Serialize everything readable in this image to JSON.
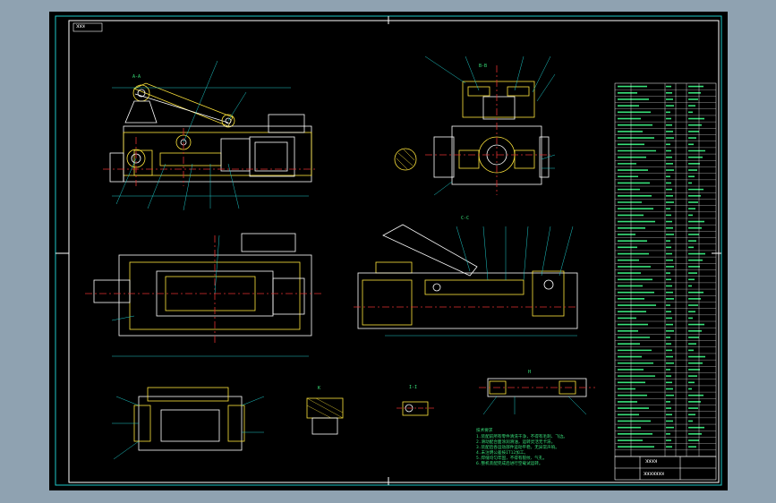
{
  "colors": {
    "background_outer": "#8fa2b1",
    "sheet": "#000000",
    "frame": "#1ec8c8",
    "outline": "#ffffff",
    "part": "#ffe53b",
    "centerline": "#e03030",
    "leader": "#1ec8c8",
    "hatch": "#ffe53b",
    "text": "#38e07a"
  },
  "corner_tag": "ꓘꓘꓘ",
  "section_labels": {
    "a": "A-A",
    "b": "B-B",
    "c": "C-C",
    "d": "I-I",
    "e": "K",
    "f": "H"
  },
  "tech_requirements_title": "技术要求",
  "tech_requirements_lines": [
    "1.装配前所有零件清洗干净，不得有毛刺、飞边。",
    "2.滑动配合面涂润滑油，运转灵活无卡滞。",
    "3.装配后各运动部件运动平稳，无异常声响。",
    "4.未注明公差按IT12加工。",
    "5.焊缝均匀牢固，不得有裂纹、气孔。",
    "6.整机装配完成后进行空载试运转。"
  ],
  "title_block": {
    "name": "ꓘꓘꓘꓘ",
    "drawing_no": "ꓘꓘꓘꓘꓘꓘꓘ"
  }
}
